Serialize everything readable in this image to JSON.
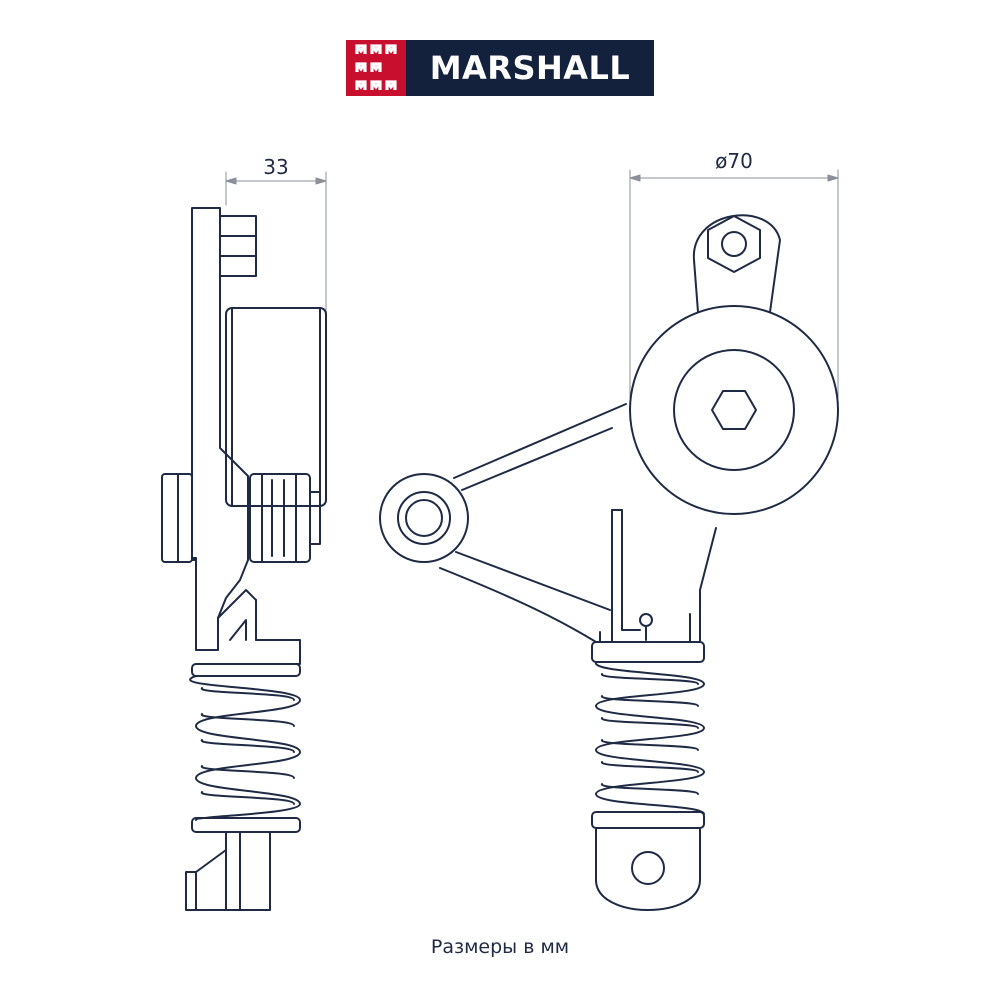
{
  "brand": {
    "name": "MARSHALL",
    "logo_colors": {
      "mark": "#c8102e",
      "text_bg": "#14213d"
    }
  },
  "dimensions": {
    "width_label": "33",
    "diameter_label": "ø70"
  },
  "caption": "Размеры в мм",
  "line_color": "#1f2a44"
}
